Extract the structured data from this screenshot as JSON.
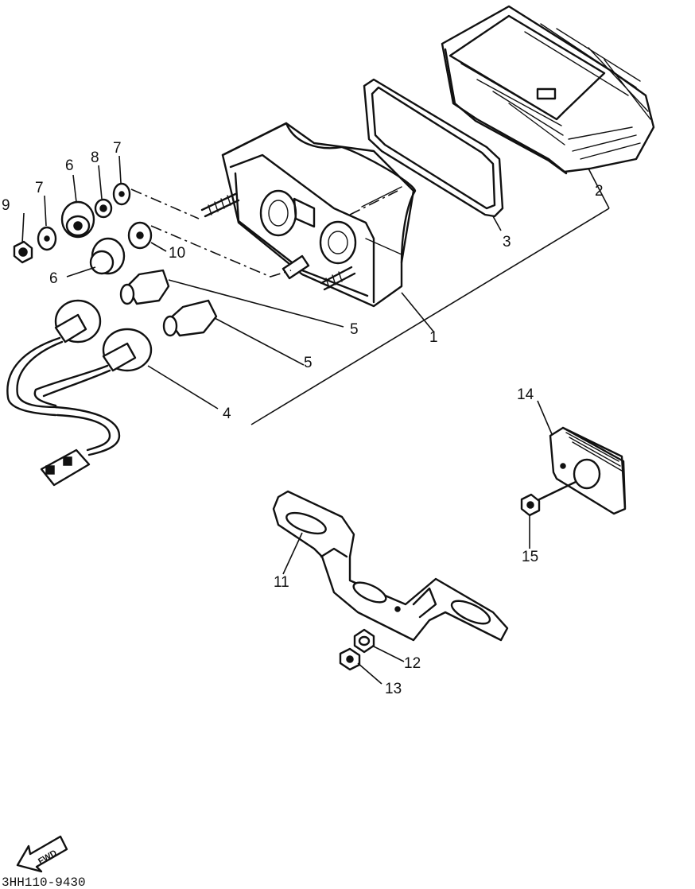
{
  "diagram": {
    "code": "3HH110-9430",
    "fwd_label": "FWD",
    "callouts": [
      {
        "id": "c1",
        "text": "1"
      },
      {
        "id": "c2",
        "text": "2"
      },
      {
        "id": "c3",
        "text": "3"
      },
      {
        "id": "c4",
        "text": "4"
      },
      {
        "id": "c5a",
        "text": "5"
      },
      {
        "id": "c5b",
        "text": "5"
      },
      {
        "id": "c6a",
        "text": "6"
      },
      {
        "id": "c6b",
        "text": "6"
      },
      {
        "id": "c7a",
        "text": "7"
      },
      {
        "id": "c7b",
        "text": "7"
      },
      {
        "id": "c8",
        "text": "8"
      },
      {
        "id": "c9",
        "text": "9"
      },
      {
        "id": "c10",
        "text": "10"
      },
      {
        "id": "c11",
        "text": "11"
      },
      {
        "id": "c12",
        "text": "12"
      },
      {
        "id": "c13",
        "text": "13"
      },
      {
        "id": "c14",
        "text": "14"
      },
      {
        "id": "c15",
        "text": "15"
      }
    ]
  }
}
